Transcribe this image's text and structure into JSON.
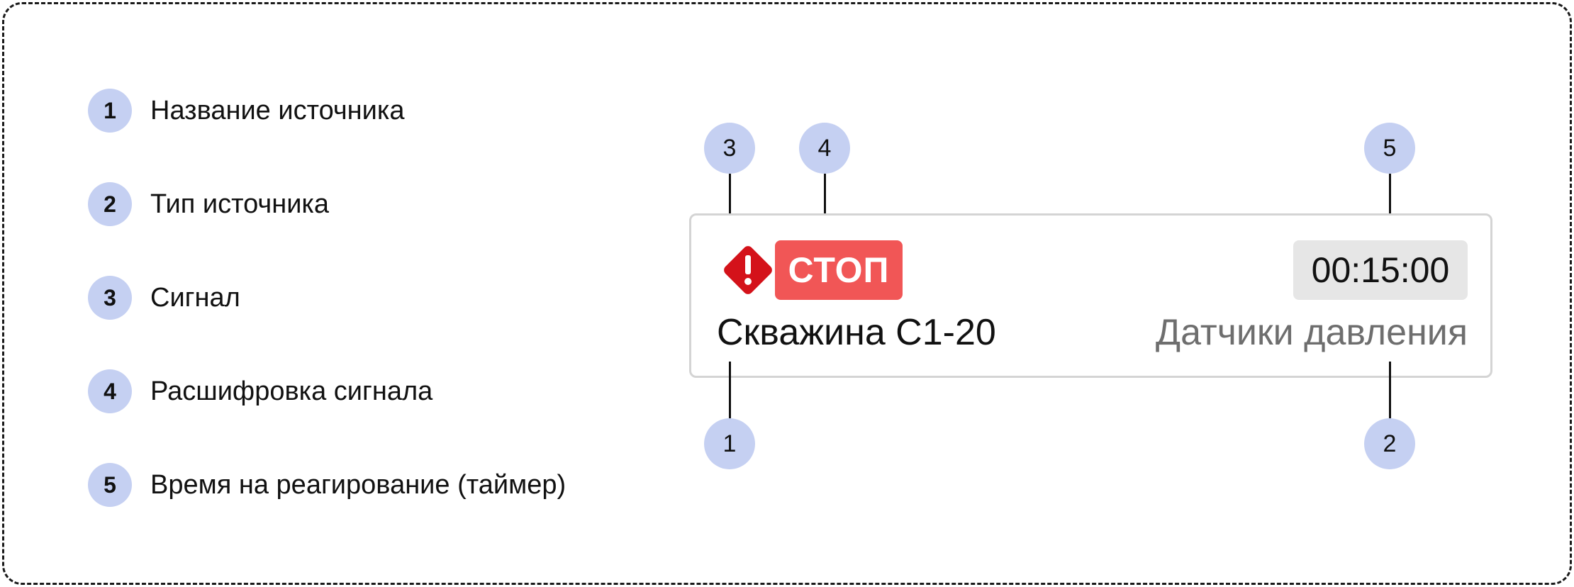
{
  "legend": {
    "items": [
      {
        "num": "1",
        "label": "Название источника"
      },
      {
        "num": "2",
        "label": "Тип источника"
      },
      {
        "num": "3",
        "label": "Сигнал"
      },
      {
        "num": "4",
        "label": "Расшифровка сигнала"
      },
      {
        "num": "5",
        "label": "Время на реагирование (таймер)"
      }
    ]
  },
  "card": {
    "signal_icon": "warning-diamond-icon",
    "signal_label": "СТОП",
    "timer": "00:15:00",
    "source_name": "Скважина С1-20",
    "source_type": "Датчики давления"
  },
  "callouts": {
    "signal": "3",
    "signal_label": "4",
    "timer": "5",
    "source_name": "1",
    "source_type": "2"
  },
  "colors": {
    "badge": "#c5d0f2",
    "stop": "#f15656",
    "warning": "#d4121a",
    "timer_bg": "#e6e6e6",
    "muted_text": "#6e6e6e"
  }
}
